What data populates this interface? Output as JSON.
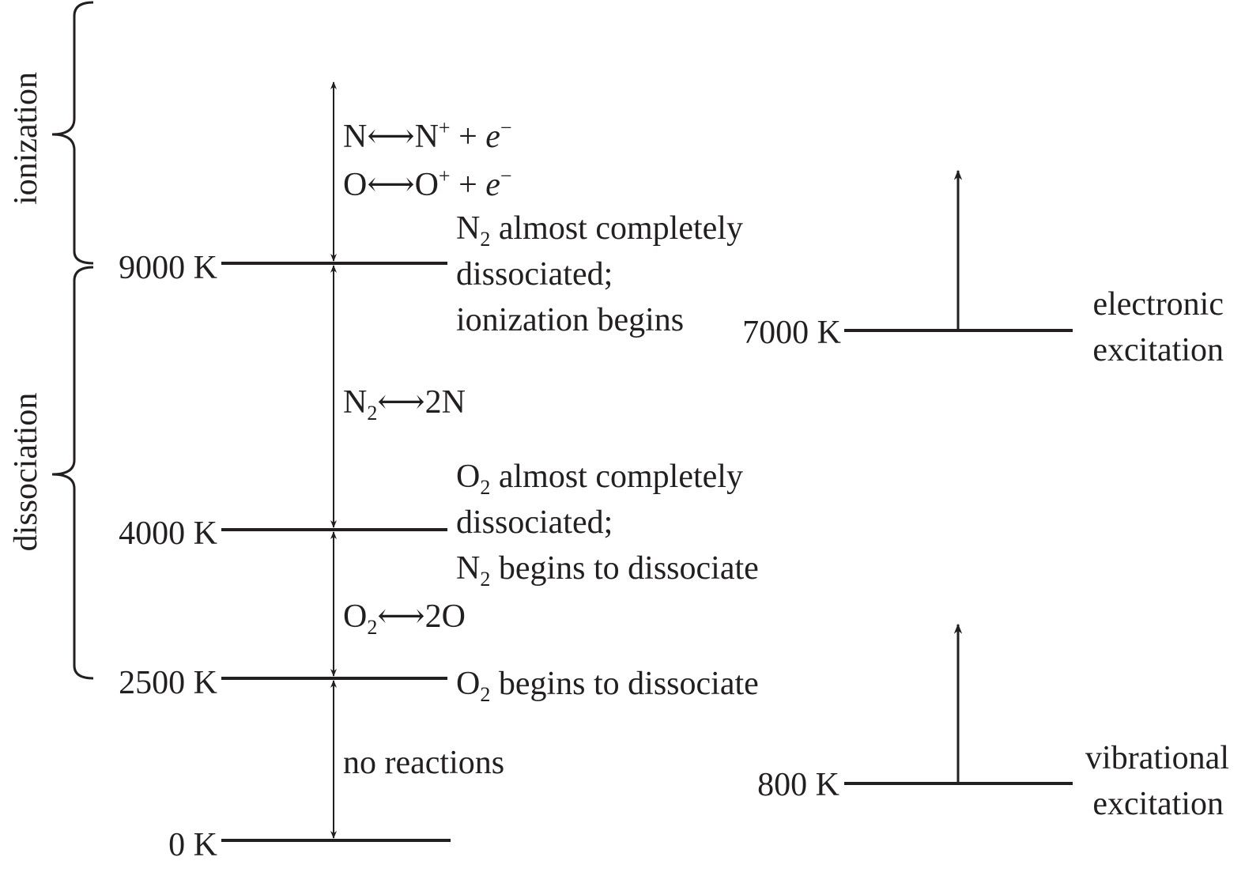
{
  "side_labels": {
    "ionization": "ionization",
    "dissociation": "dissociation"
  },
  "levels": {
    "t9000": "9000 K",
    "t4000": "4000 K",
    "t2500": "2500 K",
    "t0": "0 K",
    "t7000": "7000 K",
    "t800": "800 K"
  },
  "reactions": {
    "n_ion": {
      "lhs": "N",
      "arrow": "⟷",
      "rhs": "N",
      "sup": "+",
      "plus": " + ",
      "e": "e",
      "esup": "−"
    },
    "o_ion": {
      "lhs": "O",
      "arrow": "⟷",
      "rhs": "O",
      "sup": "+",
      "plus": " + ",
      "e": "e",
      "esup": "−"
    },
    "n2_diss": {
      "lhs": "N",
      "sub": "2",
      "arrow": "⟷",
      "rhs": "2N"
    },
    "o2_diss": {
      "lhs": "O",
      "sub": "2",
      "arrow": "⟷",
      "rhs": "2O"
    },
    "none": "no reactions"
  },
  "notes": {
    "n2_complete": {
      "species": "N",
      "sub": "2",
      "line1_rest": " almost completely",
      "line2": "dissociated;",
      "line3": "ionization begins"
    },
    "o2_complete": {
      "species": "O",
      "sub": "2",
      "line1_rest": " almost completely",
      "line2": "dissociated;",
      "line3_species": "N",
      "line3_sub": "2",
      "line3_rest": " begins to dissociate"
    },
    "o2_begins": {
      "species": "O",
      "sub": "2",
      "rest": " begins to dissociate"
    }
  },
  "excitation": {
    "electronic_1": "electronic",
    "electronic_2": "excitation",
    "vibrational_1": "vibrational",
    "vibrational_2": "excitation"
  }
}
